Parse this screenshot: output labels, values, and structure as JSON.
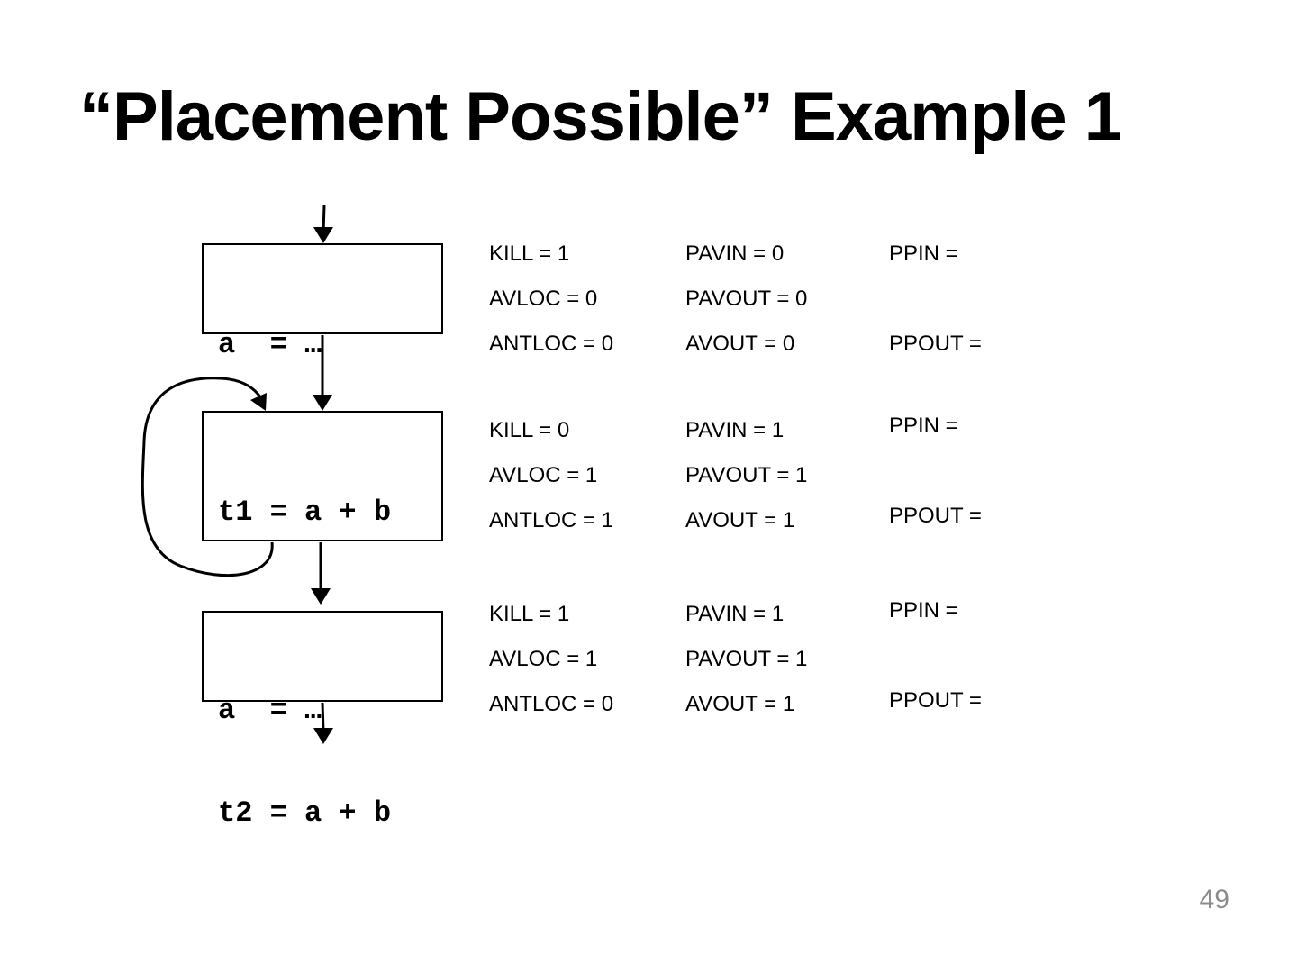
{
  "slide": {
    "title": "“Placement Possible” Example 1",
    "page_number": "49"
  },
  "blocks": [
    {
      "code": [
        "a  = …"
      ],
      "kill": "KILL = 1",
      "avloc": "AVLOC = 0",
      "antloc": "ANTLOC = 0",
      "pavin": "PAVIN = 0",
      "pavout": "PAVOUT = 0",
      "avout": "AVOUT = 0",
      "ppin": "PPIN =",
      "ppout": "PPOUT ="
    },
    {
      "code": [
        "t1 = a + b"
      ],
      "kill": "KILL = 0",
      "avloc": "AVLOC = 1",
      "antloc": "ANTLOC = 1",
      "pavin": "PAVIN = 1",
      "pavout": "PAVOUT = 1",
      "avout": "AVOUT = 1",
      "ppin": "PPIN =",
      "ppout": "PPOUT ="
    },
    {
      "code": [
        "a  = …",
        "t2 = a + b"
      ],
      "kill": "KILL = 1",
      "avloc": "AVLOC = 1",
      "antloc": "ANTLOC = 0",
      "pavin": "PAVIN = 1",
      "pavout": "PAVOUT = 1",
      "avout": "AVOUT = 1",
      "ppin": "PPIN =",
      "ppout": "PPOUT ="
    }
  ]
}
